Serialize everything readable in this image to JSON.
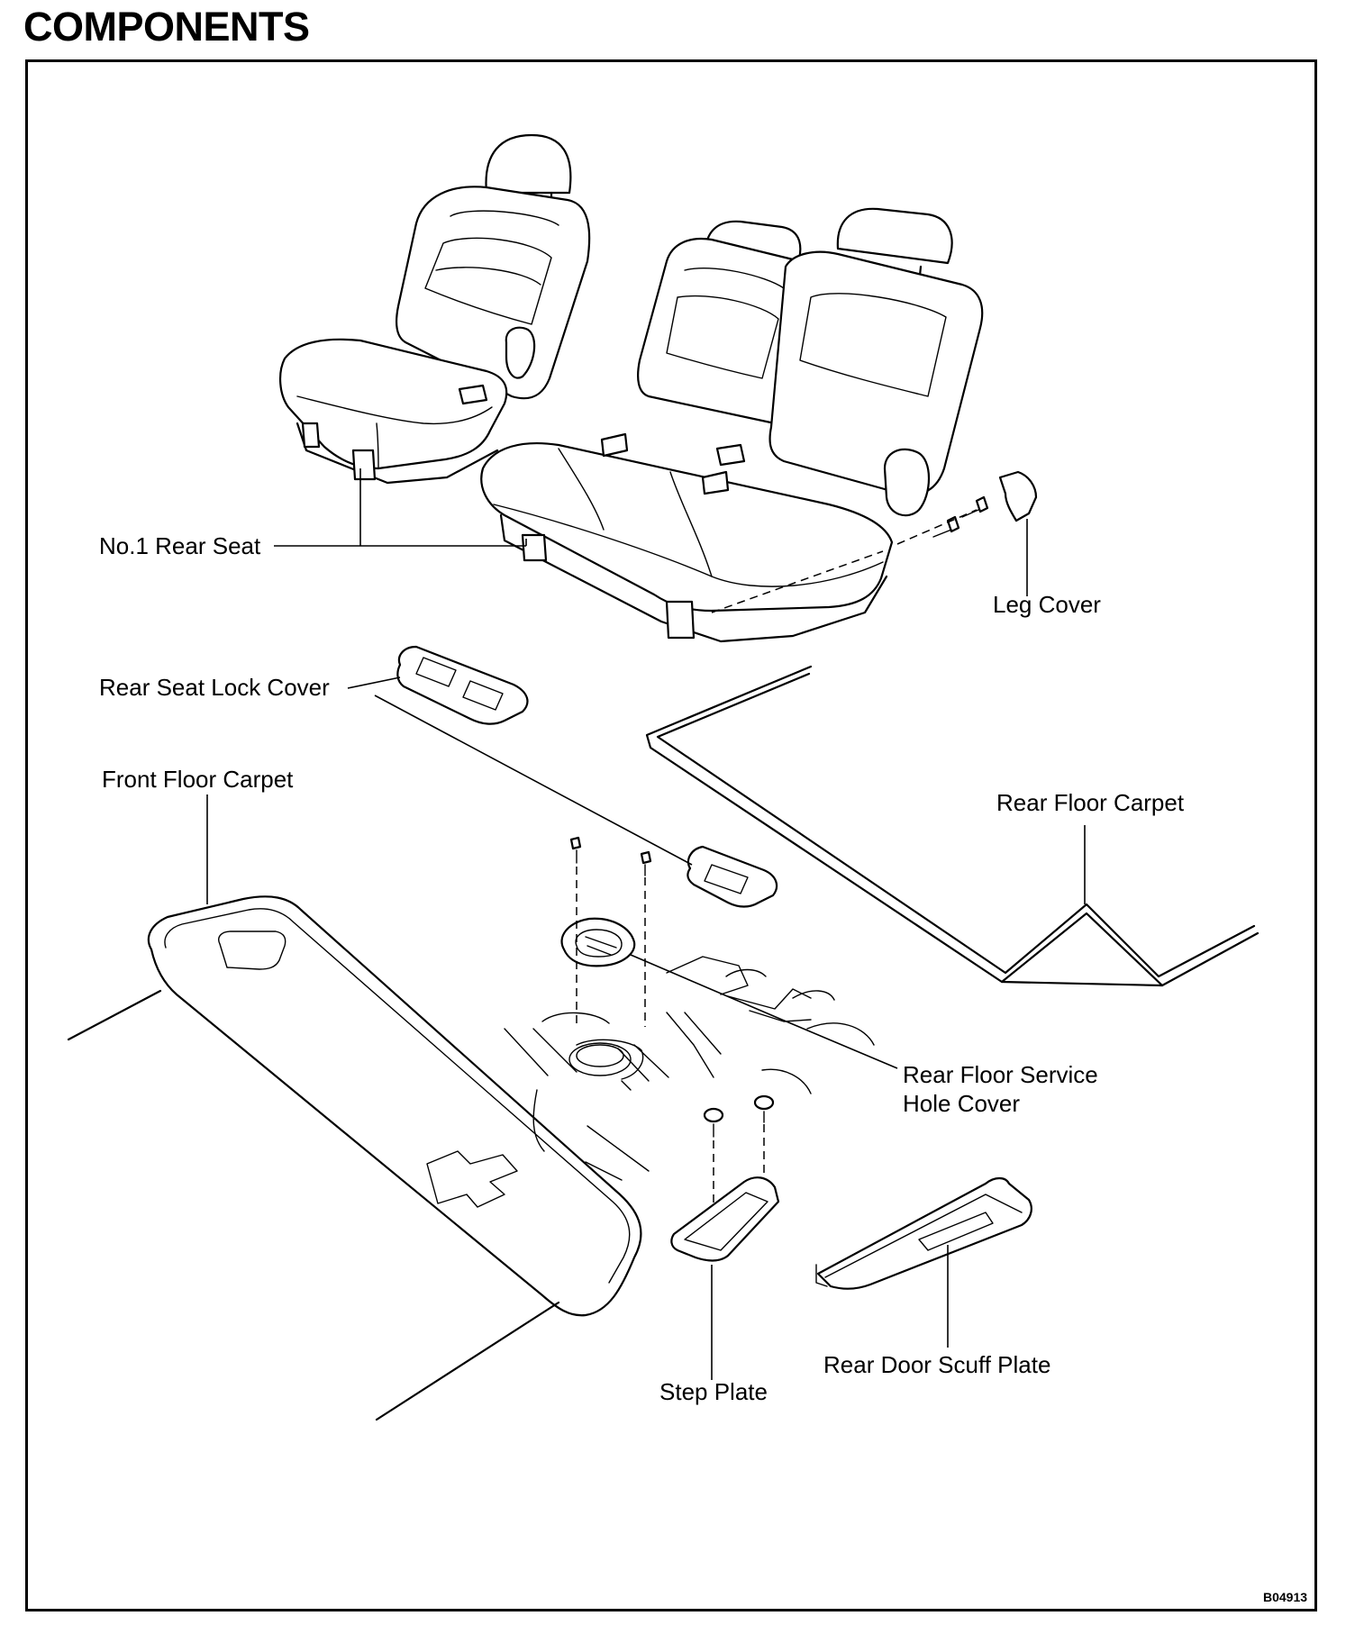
{
  "heading": "COMPONENTS",
  "callouts": {
    "no1_rear_seat": "No.1 Rear Seat",
    "leg_cover": "Leg Cover",
    "rear_seat_lock_cover": "Rear Seat Lock Cover",
    "front_floor_carpet": "Front Floor Carpet",
    "rear_floor_carpet": "Rear Floor Carpet",
    "rear_floor_service_hole_cover_line1": "Rear Floor Service",
    "rear_floor_service_hole_cover_line2": "Hole Cover",
    "step_plate": "Step Plate",
    "rear_door_scuff_plate": "Rear Door Scuff Plate"
  },
  "figure_code": "B04913"
}
